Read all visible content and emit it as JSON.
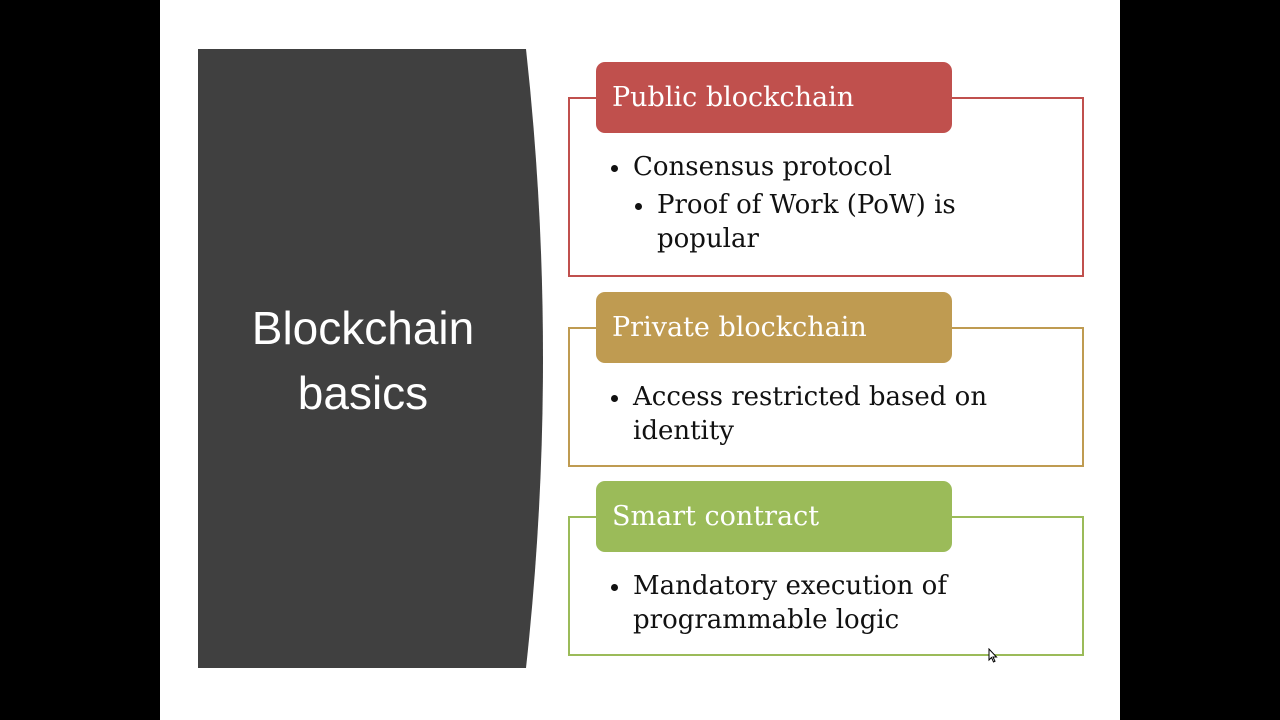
{
  "slide": {
    "title_line1": "Blockchain",
    "title_line2": "basics"
  },
  "cards": [
    {
      "header": "Public blockchain",
      "color": "#c0504d",
      "bullets": [
        "Consensus protocol"
      ],
      "sub_bullets": [
        "Proof of Work (PoW) is popular"
      ]
    },
    {
      "header": "Private blockchain",
      "color": "#bf9b51",
      "bullets": [
        "Access restricted based on identity"
      ]
    },
    {
      "header": "Smart contract",
      "color": "#9bbb59",
      "bullets": [
        "Mandatory execution of programmable logic"
      ]
    }
  ],
  "colors": {
    "title_panel": "#404040",
    "background": "#000000",
    "slide": "#ffffff"
  }
}
